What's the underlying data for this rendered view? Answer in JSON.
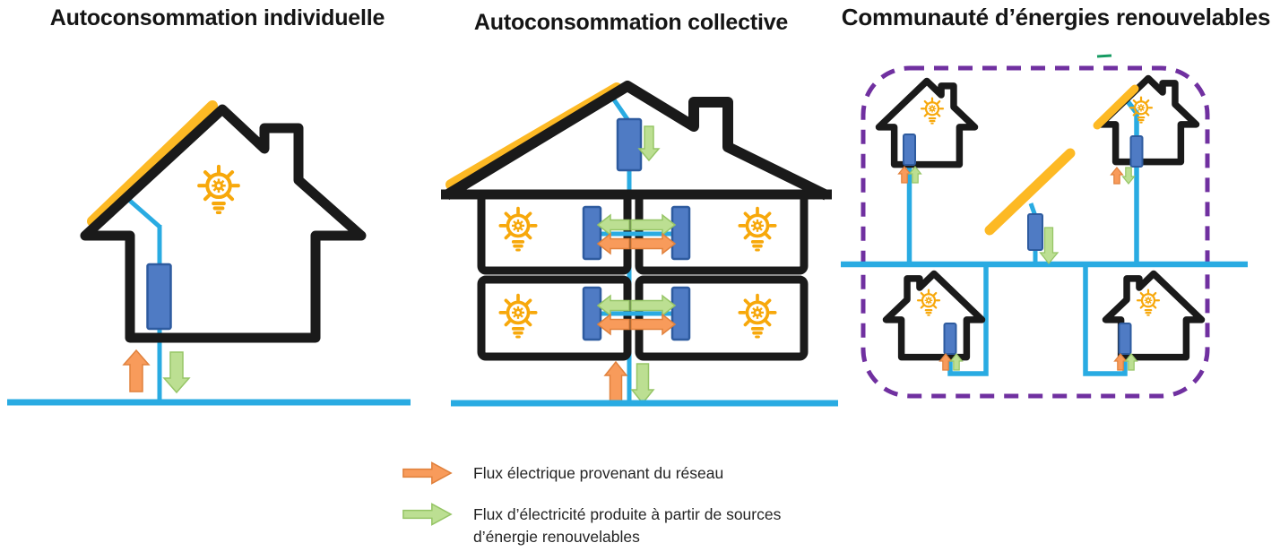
{
  "panels": [
    {
      "title": "Autoconsommation individuelle"
    },
    {
      "title": "Autoconsommation collective"
    },
    {
      "title": "Communauté d’énergies renouvelables"
    }
  ],
  "legend": {
    "items": [
      {
        "icon": "orange-right-arrow-icon",
        "color": "#F89B5B",
        "label": "Flux électrique provenant du réseau"
      },
      {
        "icon": "green-right-arrow-icon",
        "color": "#BCDF92",
        "label": "Flux d’électricité produite à partir de sources d’énergie renouvelables"
      }
    ]
  },
  "colors": {
    "solar_panel_yellow": "#FDB924",
    "lightbulb_yellow": "#F7A80B",
    "wire_blue": "#29ABE2",
    "meter_fill": "#4F7BC4",
    "meter_border": "#2E5B9F",
    "grid_flow_orange": "#F89B5B",
    "renewable_flow_green": "#BCDF92",
    "outline_black": "#1A1A1A",
    "community_boundary_purple": "#7030A0"
  }
}
